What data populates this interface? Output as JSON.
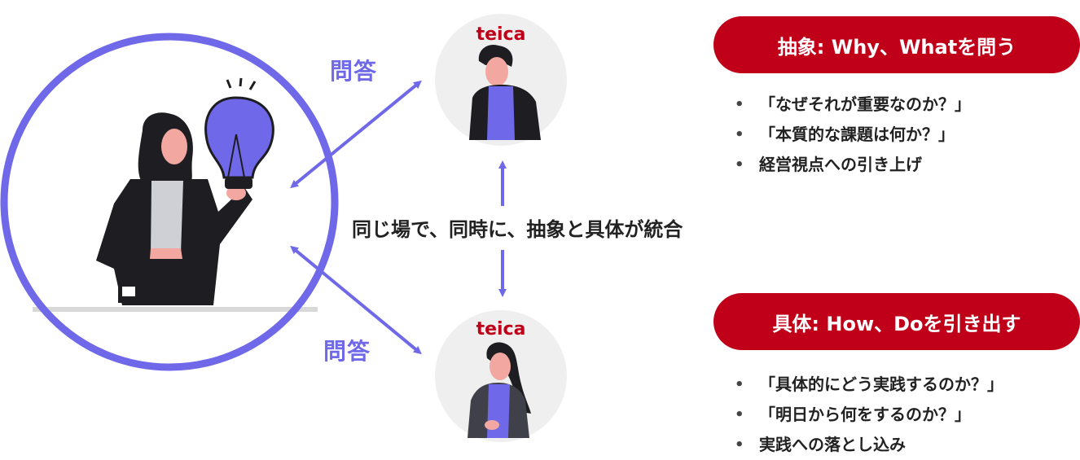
{
  "colors": {
    "accent": "#6f68e8",
    "brand_red": "#c00018",
    "circle_gray": "#efefef",
    "figure_dark": "#1d1d22",
    "skin": "#f2a8a0"
  },
  "qa_labels": {
    "top": "問答",
    "bottom": "問答"
  },
  "center_text": "同じ場で、同時に、抽象と具体が統合",
  "persons": {
    "top": {
      "brand": "teica"
    },
    "bottom": {
      "brand": "teica"
    }
  },
  "abstract": {
    "title": "抽象: Why、Whatを問う",
    "items": [
      "「なぜそれが重要なのか？」",
      "「本質的な課題は何か？」",
      "経営視点への引き上げ"
    ]
  },
  "concrete": {
    "title": "具体: How、Doを引き出す",
    "items": [
      "「具体的にどう実践するのか？」",
      "「明日から何をするのか？」",
      "実践への落とし込み"
    ]
  }
}
